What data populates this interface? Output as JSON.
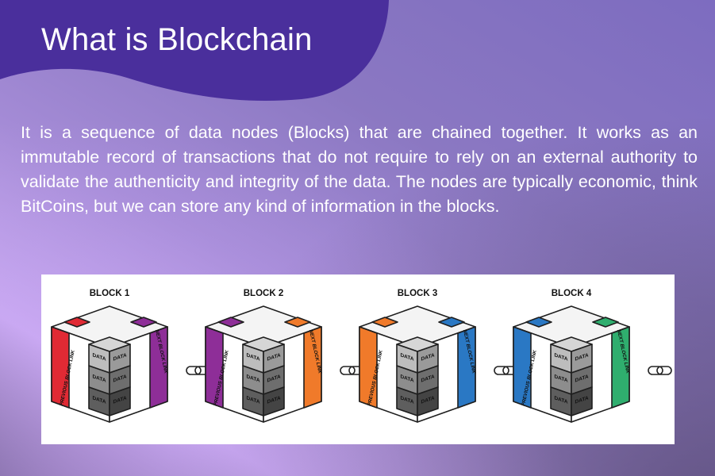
{
  "title": "What is Blockchain",
  "description": "It is a sequence of data nodes (Blocks) that are chained together. It works as an immutable record of transactions that do not require to rely on an external authority to validate the authenticity and integrity of the data. The nodes are typically economic, think BitCoins, but we can store any kind of information in the blocks.",
  "colors": {
    "banner": "#4a2f9c",
    "red": "#e02a34",
    "purple": "#8e2e98",
    "orange": "#f07a2a",
    "blue": "#2a78c4",
    "green": "#2fae6e"
  },
  "link_icon": "chain-link-icon",
  "diagram": {
    "side_left_label": "PREVIOUS BLOCK LINK",
    "side_right_label": "NEXT BLOCK LINK",
    "data_label": "DATA",
    "blocks": [
      {
        "label": "BLOCK 1",
        "prev_color": "#e02a34",
        "next_color": "#8e2e98"
      },
      {
        "label": "BLOCK 2",
        "prev_color": "#8e2e98",
        "next_color": "#f07a2a"
      },
      {
        "label": "BLOCK 3",
        "prev_color": "#f07a2a",
        "next_color": "#2a78c4"
      },
      {
        "label": "BLOCK 4",
        "prev_color": "#2a78c4",
        "next_color": "#2fae6e"
      }
    ]
  }
}
